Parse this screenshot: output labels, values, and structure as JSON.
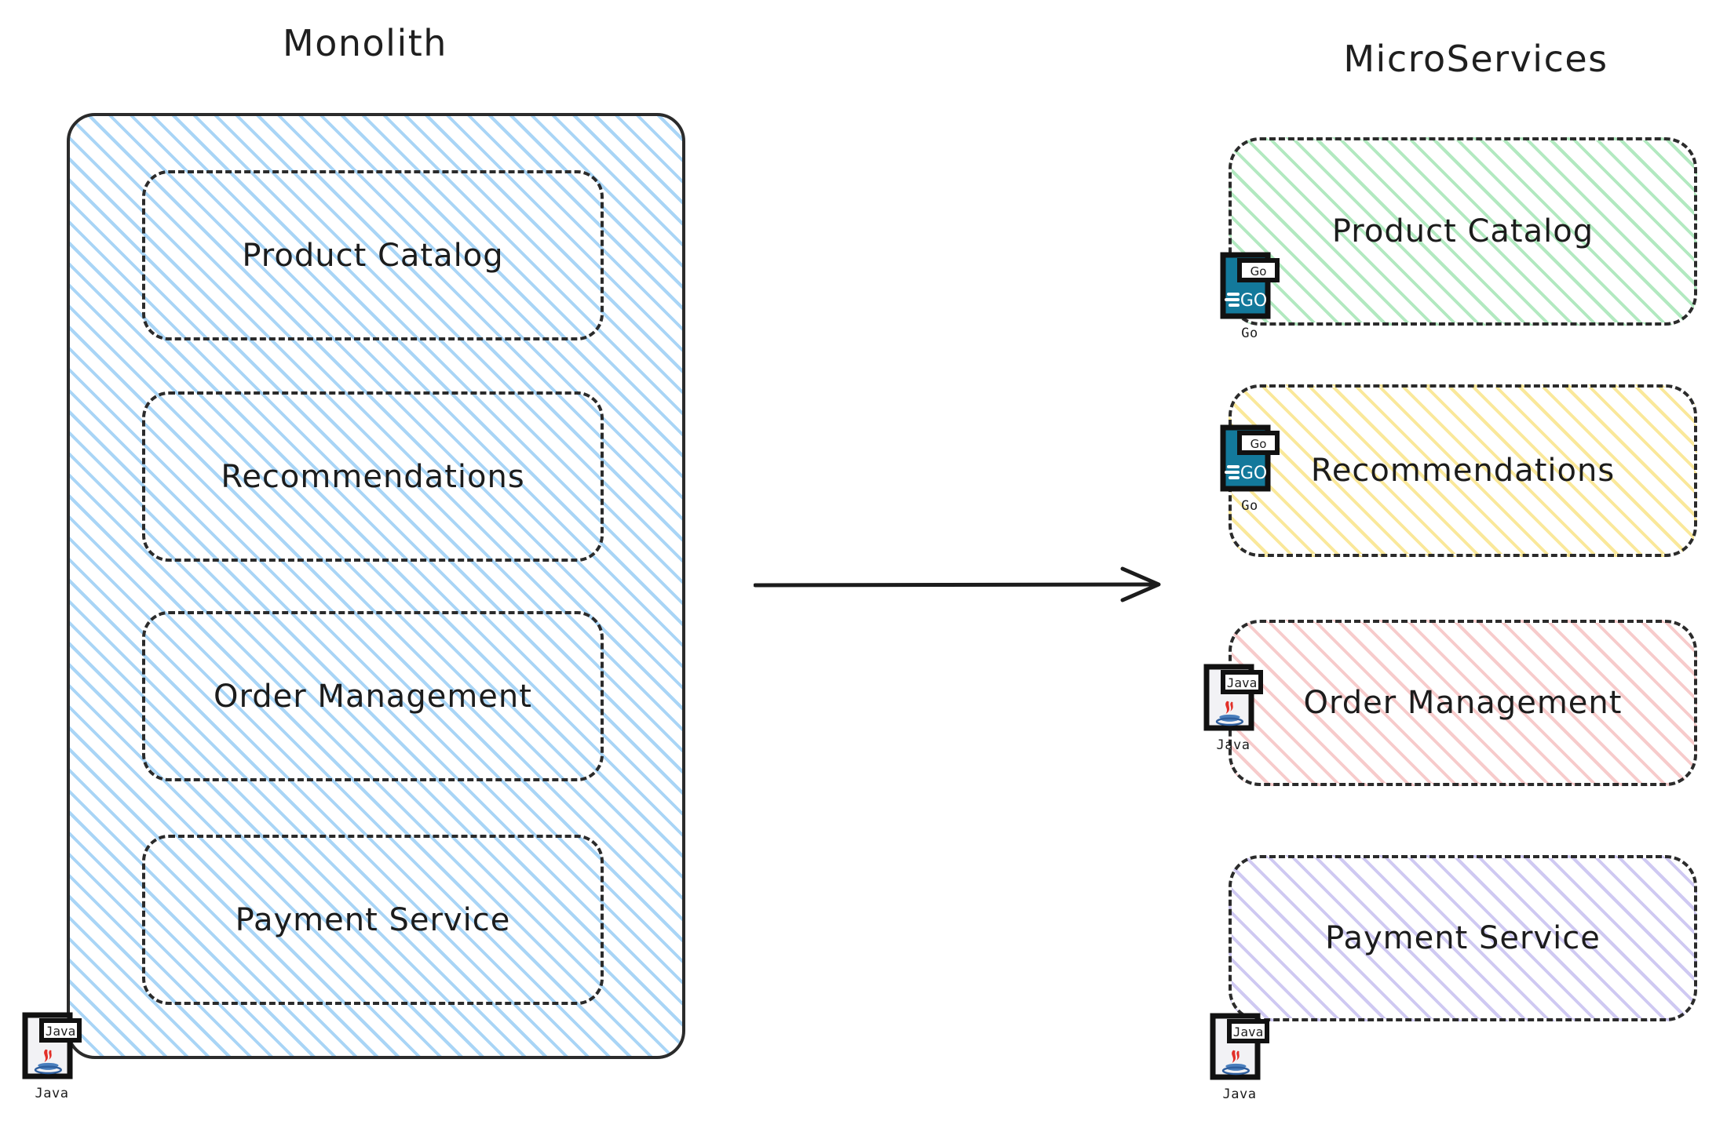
{
  "diagram": {
    "type": "architecture-comparison",
    "left": {
      "title": "Monolith",
      "container_name": "monolith-container",
      "fill_color": "#a9d5f6",
      "border_color": "#2b2b2b",
      "modules": [
        {
          "label": "Product Catalog"
        },
        {
          "label": "Recommendations"
        },
        {
          "label": "Order Management"
        },
        {
          "label": "Payment Service"
        }
      ],
      "tech_icon": {
        "name": "java-file-icon",
        "badge": "Java",
        "caption": "Java"
      }
    },
    "arrow": {
      "name": "transition-arrow",
      "direction": "right",
      "color": "#1c1c1c"
    },
    "right": {
      "title": "MicroServices",
      "services": [
        {
          "label": "Product Catalog",
          "fill_color": "#b2e9c0",
          "tech": {
            "name": "go-file-icon",
            "badge": "Go",
            "caption": "Go"
          }
        },
        {
          "label": "Recommendations",
          "fill_color": "#fae89a",
          "tech": {
            "name": "go-file-icon",
            "badge": "Go",
            "caption": "Go"
          }
        },
        {
          "label": "Order Management",
          "fill_color": "#f7cbcb",
          "tech": {
            "name": "java-file-icon",
            "badge": "Java",
            "caption": "Java"
          }
        },
        {
          "label": "Payment Service",
          "fill_color": "#cfc9f2",
          "tech": {
            "name": "java-file-icon",
            "badge": "Java",
            "caption": "Java"
          }
        }
      ]
    }
  }
}
